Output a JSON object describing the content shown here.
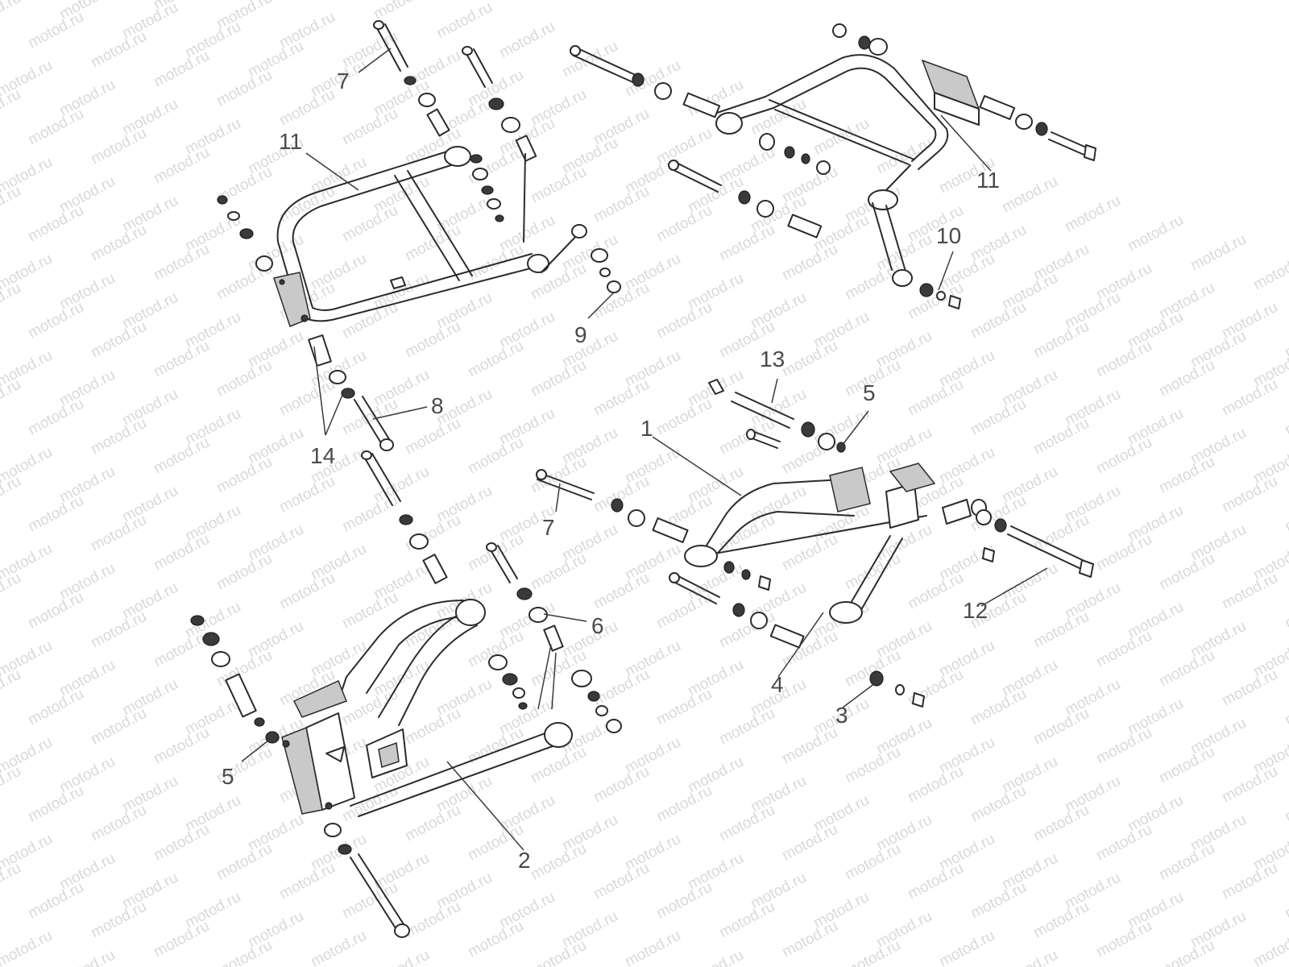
{
  "watermark": "motod.ru",
  "labels": {
    "l1": "1",
    "l2": "2",
    "l3": "3",
    "l4": "4",
    "l5a": "5",
    "l5b": "5",
    "l6": "6",
    "l7a": "7",
    "l7b": "7",
    "l8": "8",
    "l9": "9",
    "l10": "10",
    "l11a": "11",
    "l11b": "11",
    "l12": "12",
    "l13": "13",
    "l14": "14"
  }
}
